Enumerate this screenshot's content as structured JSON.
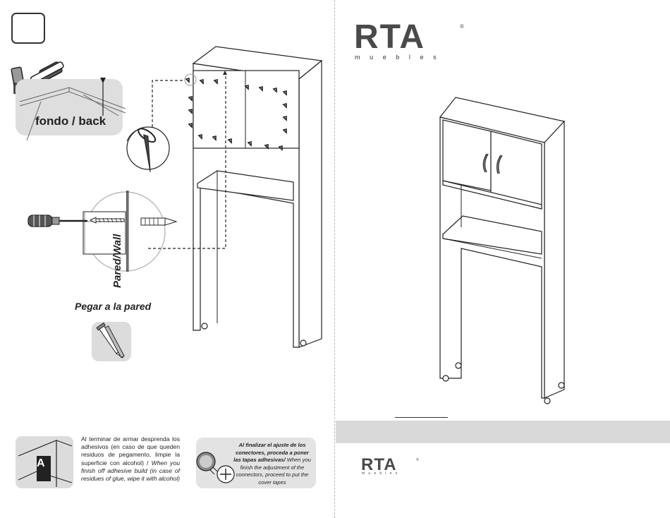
{
  "brand": {
    "name": "RTA",
    "tagline": "muebles",
    "registered_mark": "®"
  },
  "assembly": {
    "back_label": "fondo / back",
    "wall_label": "Pared/Wall",
    "stick_label": "Pegar a la pared"
  },
  "notes": {
    "adhesive_es": "Al terminar de armar desprenda los adhesivos (en caso de que queden residuos de pegamento, limpie la superficie con alcohol) /",
    "adhesive_en": "When you finish off adhesive build (in case of residues of glue, wipe it with alcohol)",
    "connectors_es": "Al finalizar el ajuste de los conectores, proceda a poner las tapas adhesivas/",
    "connectors_en": "When you finish the adjustment of the connectors, proceed to put the cover tapes",
    "sticker_letter": "A"
  },
  "colors": {
    "logo_gray": "#4a4a4a",
    "panel_gray": "#d9d9d9",
    "line": "#222222"
  }
}
